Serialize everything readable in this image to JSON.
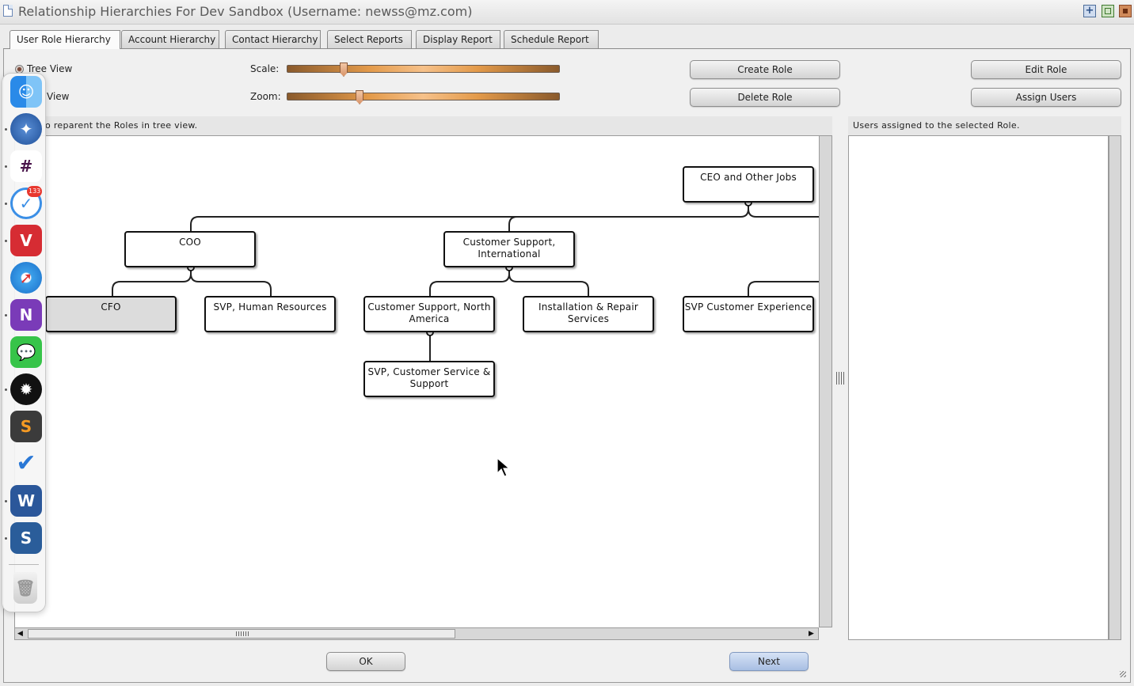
{
  "window": {
    "title": "Relationship Hierarchies For Dev Sandbox (Username: newss@mz.com)"
  },
  "tabs": [
    {
      "label": "User Role Hierarchy",
      "active": true
    },
    {
      "label": "Account Hierarchy"
    },
    {
      "label": "Contact Hierarchy"
    },
    {
      "label": "Select Reports"
    },
    {
      "label": "Display Report"
    },
    {
      "label": "Schedule Report"
    }
  ],
  "view": {
    "tree_view_label": "Tree View",
    "other_view_label": "View",
    "scale_label": "Scale:",
    "zoom_label": "Zoom:",
    "scale_value_pct": 20,
    "zoom_value_pct": 26
  },
  "actions": {
    "create_role": "Create Role",
    "delete_role": "Delete Role",
    "edit_role": "Edit Role",
    "assign_users": "Assign Users"
  },
  "hints": {
    "tree_hint": "o reparent the Roles in tree view.",
    "users_hint": "Users assigned to the selected Role."
  },
  "roles": {
    "ceo": "CEO and Other Jobs",
    "coo": "COO",
    "cs_intl": "Customer Support, International",
    "cfo": "CFO",
    "svp_hr": "SVP, Human Resources",
    "cs_na": "Customer Support, North America",
    "install_repair": "Installation & Repair Services",
    "svp_cx": "SVP Customer Experience",
    "svp_cs": "SVP, Customer Service & Support"
  },
  "footer": {
    "ok": "OK",
    "next": "Next"
  },
  "dock": {
    "apps": [
      "finder-icon",
      "network-radar-icon",
      "slack-icon",
      "airmail-icon",
      "vivaldi-icon",
      "safari-icon",
      "onenote-icon",
      "messages-icon",
      "gear-app-icon",
      "sublime-text-icon",
      "todo-icon",
      "word-icon",
      "scrivener-icon",
      "trash-icon"
    ],
    "mail_badge": "133"
  },
  "colors": {
    "accent_blue": "#4d6d9a",
    "slider_orange": "#e39a4a",
    "selected_node": "#dcdcdc"
  }
}
